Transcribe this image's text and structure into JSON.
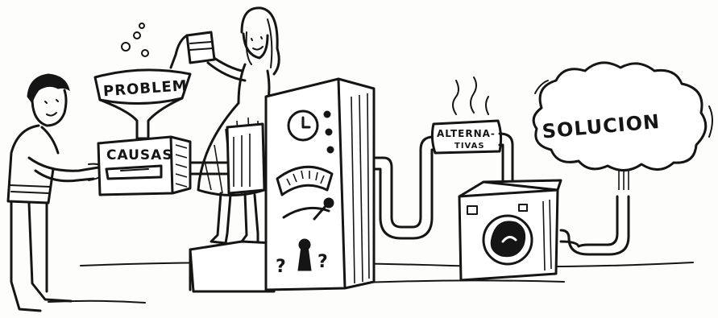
{
  "labels": {
    "problem": "PROBLEM",
    "causes": "CAUSAS",
    "alternatives_line1": "ALTERNA-",
    "alternatives_line2": "TIVAS",
    "solution": "SOLUCION",
    "question_left": "?",
    "question_right": "?"
  },
  "colors": {
    "ink": "#151515",
    "paper": "#fdfdfb"
  }
}
